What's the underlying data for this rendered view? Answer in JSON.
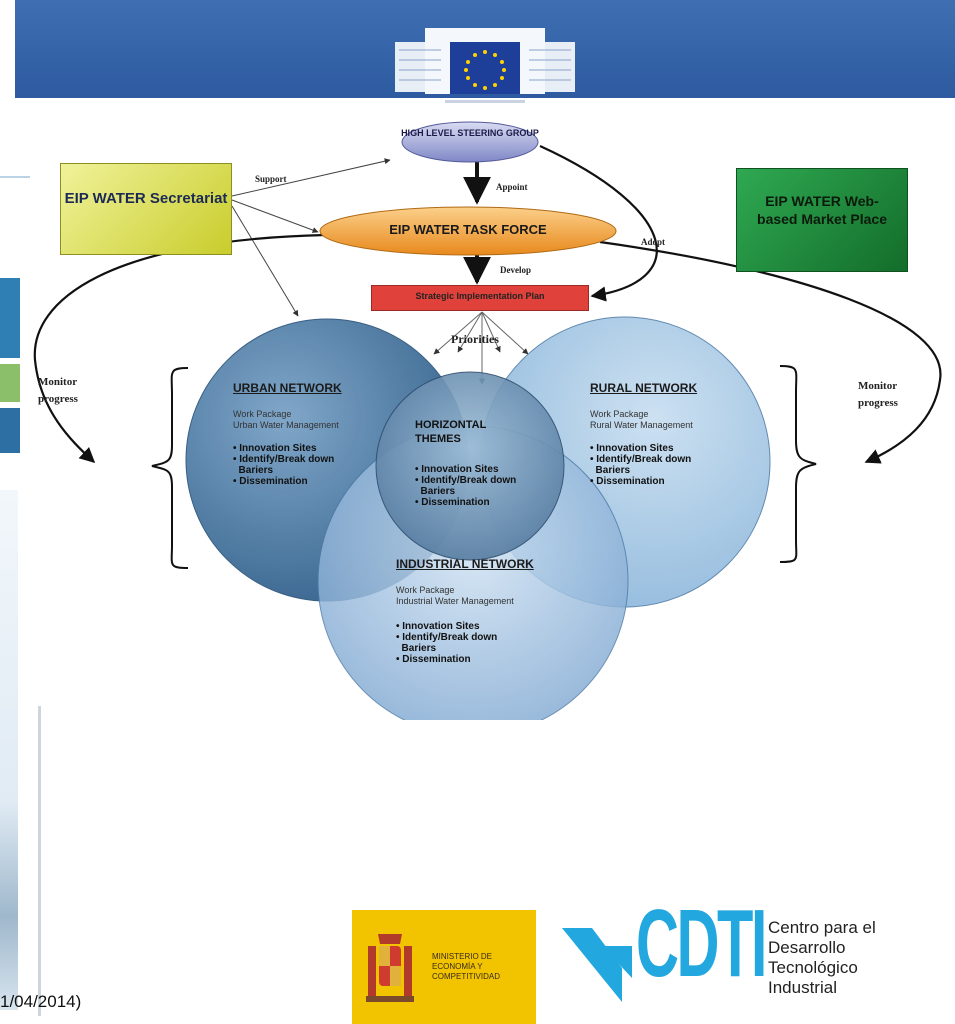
{
  "diagram": {
    "steering_group": "HIGH LEVEL STEERING GROUP",
    "task_force": "EIP WATER TASK FORCE",
    "plan": "Strategic Implementation Plan",
    "secretariat": "EIP WATER Secretariat",
    "market_place": "EIP WATER Web-based Market Place",
    "edge_labels": {
      "support": "Support",
      "appoint": "Appoint",
      "adopt": "Adopt",
      "develop": "Develop",
      "priorities": "Priorities",
      "monitor_left": "Monitor progress",
      "monitor_right": "Monitor progress"
    },
    "networks": {
      "urban": {
        "title": "URBAN NETWORK",
        "package": "Work Package",
        "package_sub": "Urban Water Management",
        "items": [
          "• Innovation Sites",
          "• Identify/Break down",
          "  Bariers",
          "• Dissemination"
        ]
      },
      "rural": {
        "title": "RURAL NETWORK",
        "package": "Work Package",
        "package_sub": "Rural Water Management",
        "items": [
          "• Innovation Sites",
          "• Identify/Break down",
          "  Bariers",
          "• Dissemination"
        ]
      },
      "industrial": {
        "title": "INDUSTRIAL NETWORK",
        "package": "Work Package",
        "package_sub": "Industrial Water Management",
        "items": [
          "• Innovation Sites",
          "• Identify/Break down",
          "  Bariers",
          "• Dissemination"
        ]
      },
      "horizontal": {
        "title": "HORIZONTAL THEMES",
        "items": [
          "• Innovation Sites",
          "• Identify/Break down",
          "  Bariers",
          "• Dissemination"
        ]
      }
    }
  },
  "footer": {
    "caption": "1/04/2014)",
    "ministry": "MINISTERIO DE ECONOMÍA Y COMPETITIVIDAD",
    "cdti": "CDTI",
    "cdti_full": "Centro para el Desarrollo Tecnológico Industrial"
  },
  "colors": {
    "banner": "#2d5aa0",
    "task_force": "#f4a236",
    "plan": "#e0413a",
    "secretariat": "#dce045",
    "market_place": "#1f8a3c",
    "network": "#4d7fb0",
    "cdti": "#22a7df",
    "ministry_bg": "#f2c400"
  }
}
